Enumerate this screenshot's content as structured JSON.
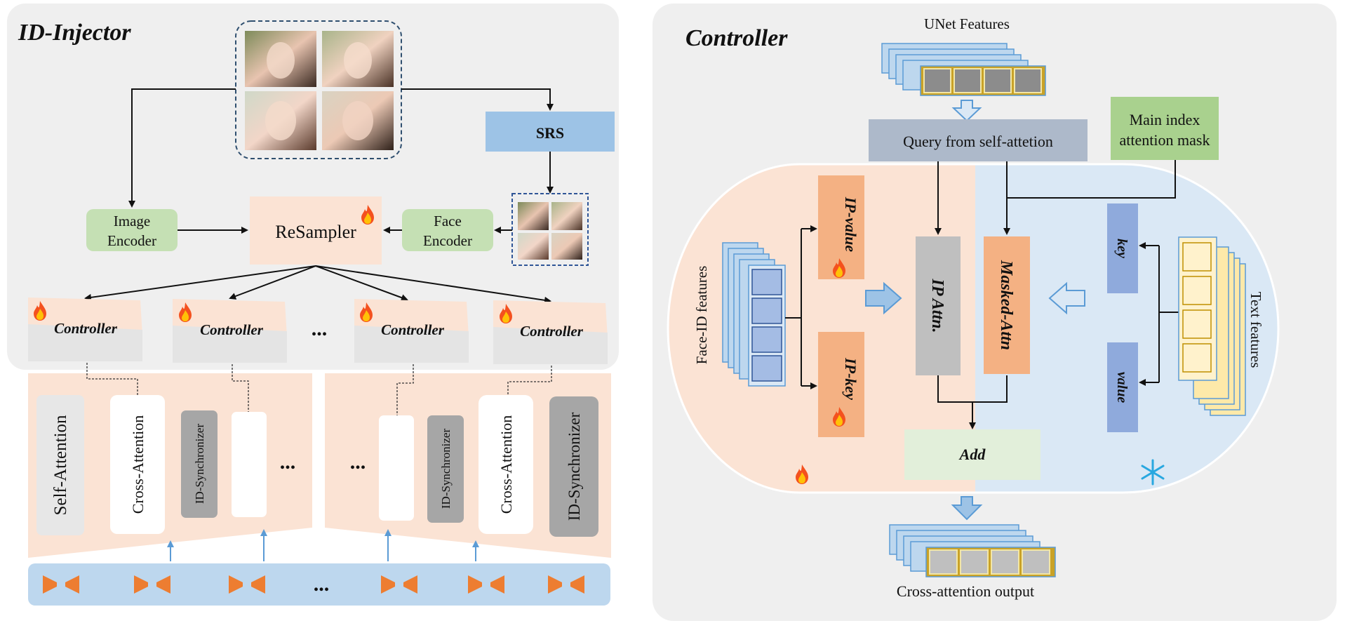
{
  "left_panel": {
    "title": "ID-Injector",
    "srs_label": "SRS",
    "image_encoder_line1": "Image",
    "image_encoder_line2": "Encoder",
    "resampler_label": "ReSampler",
    "face_encoder_line1": "Face",
    "face_encoder_line2": "Encoder",
    "controller_label": "Controller",
    "ellipsis": "...",
    "unet_blocks": {
      "self_attention": "Self-Attention",
      "cross_attention": "Cross-Attention",
      "id_synchronizer": "ID-Synchronizer"
    }
  },
  "right_panel": {
    "title": "Controller",
    "unet_features": "UNet Features",
    "query_label": "Query from self-attetion",
    "main_mask_line1": "Main index",
    "main_mask_line2": "attention mask",
    "ip_value": "IP-value",
    "ip_key": "IP-key",
    "ip_attn": "IP Attn.",
    "masked_attn": "Masked-Attn",
    "key": "key",
    "value": "value",
    "add": "Add",
    "face_id_features": "Face-ID  features",
    "text_features": "Text features",
    "output_label": "Cross-attention output"
  },
  "colors": {
    "panel_bg": "#f0f0f0",
    "peach": "#fbe3d4",
    "orange_box": "#f4b183",
    "blue_srs": "#9dc3e6",
    "green": "#c5e0b4",
    "green_mask": "#a9d18e",
    "gray_query": "#adb9ca",
    "light_blue": "#dae8f5",
    "key_blue": "#8faadc",
    "bowtie_orange": "#ed7d31"
  }
}
